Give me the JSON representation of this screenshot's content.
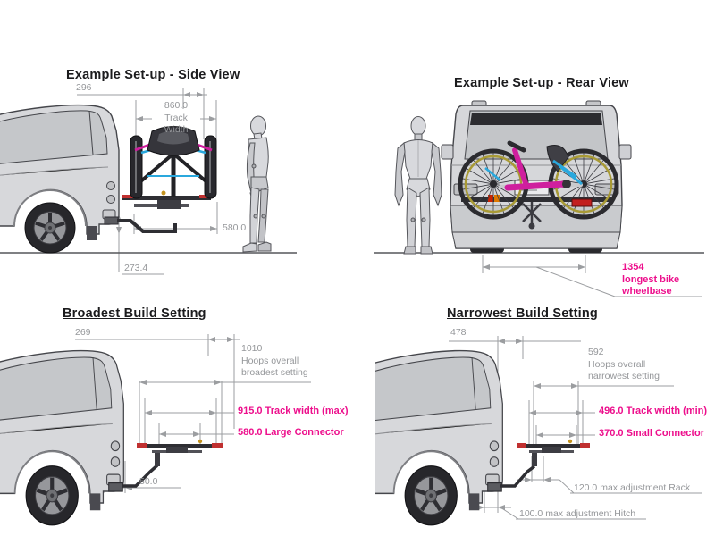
{
  "colors": {
    "magenta_accent": "#ed0f8c",
    "dimension_gray": "#95979a",
    "ink_black": "#1b1b1d",
    "bike_frame_magenta": "#cf1f9e",
    "bike_fork_cyan": "#2aa8dd",
    "reflector_red": "#c03030"
  },
  "side_view": {
    "title": "Example Set-up - Side View",
    "dim_296": "296",
    "track_width": [
      "860.0",
      "Track",
      "Width"
    ],
    "dim_580": "580.0",
    "dim_273": "273.4"
  },
  "rear_view": {
    "title": "Example Set-up - Rear View",
    "wheelbase": [
      "1354",
      "longest bike",
      "wheelbase"
    ]
  },
  "broadest": {
    "title": "Broadest Build Setting",
    "dim_269": "269",
    "hoops": [
      "1010",
      "Hoops overall",
      "broadest setting"
    ],
    "track_max": "915.0 Track width (max)",
    "large_connector": "580.0 Large Connector",
    "dim_50": "50.0"
  },
  "narrowest": {
    "title": "Narrowest Build Setting",
    "dim_478": "478",
    "hoops": [
      "592",
      "Hoops overall",
      "narrowest setting"
    ],
    "track_min": "496.0 Track width (min)",
    "small_connector": "370.0 Small Connector",
    "adj_rack": "120.0 max adjustment Rack",
    "adj_hitch": "100.0 max adjustment Hitch"
  }
}
